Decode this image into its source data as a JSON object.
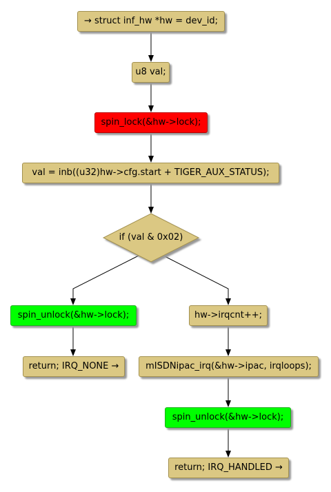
{
  "nodes": {
    "n1": "→ struct inf_hw *hw = dev_id;",
    "n2": "u8 val;",
    "n3": "spin_lock(&hw->lock);",
    "n4": "val = inb((u32)hw->cfg.start + TIGER_AUX_STATUS);",
    "cond": "if (val & 0x02)",
    "left1": "spin_unlock(&hw->lock);",
    "left2": "return; IRQ_NONE →",
    "right1": "hw->irqcnt++;",
    "right2": "mISDNipac_irq(&hw->ipac, irqloops);",
    "right3": "spin_unlock(&hw->lock);",
    "right4": "return; IRQ_HANDLED →"
  },
  "colors": {
    "statement": "#dbc883",
    "lock": "#ff0000",
    "unlock": "#00ff00",
    "edge": "#000000"
  }
}
